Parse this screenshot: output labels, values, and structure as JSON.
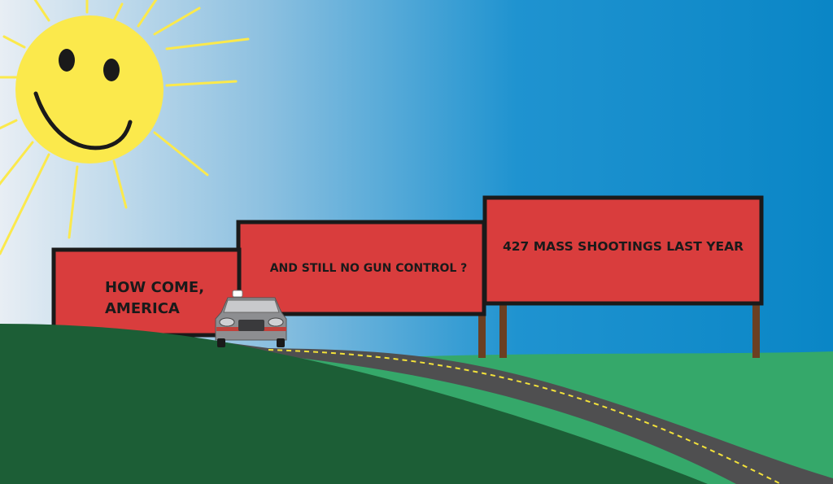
{
  "billboards": {
    "left": {
      "line1": "HOW COME,",
      "line2": "AMERICA"
    },
    "middle": {
      "text": "AND STILL NO GUN CONTROL ?"
    },
    "right": {
      "text": "427 MASS SHOOTINGS LAST YEAR"
    }
  },
  "colors": {
    "sky_light": "#e8eef4",
    "sky_mid": "#5aa9d6",
    "sky_deep": "#0a86c6",
    "billboard_red": "#d93d3d",
    "billboard_border": "#1a1a1a",
    "post_brown": "#6b3f22",
    "grass_dark": "#1c5e36",
    "grass_light": "#35a86a",
    "road": "#4f4f50",
    "road_line": "#f2e13a",
    "sun_yellow": "#fbe94c",
    "sun_face": "#1a1a1a",
    "car_body": "#8d8e91",
    "car_stripe": "#c2403a"
  },
  "icons": {
    "sun": "smiling-sun-icon",
    "car": "car-front-icon"
  }
}
